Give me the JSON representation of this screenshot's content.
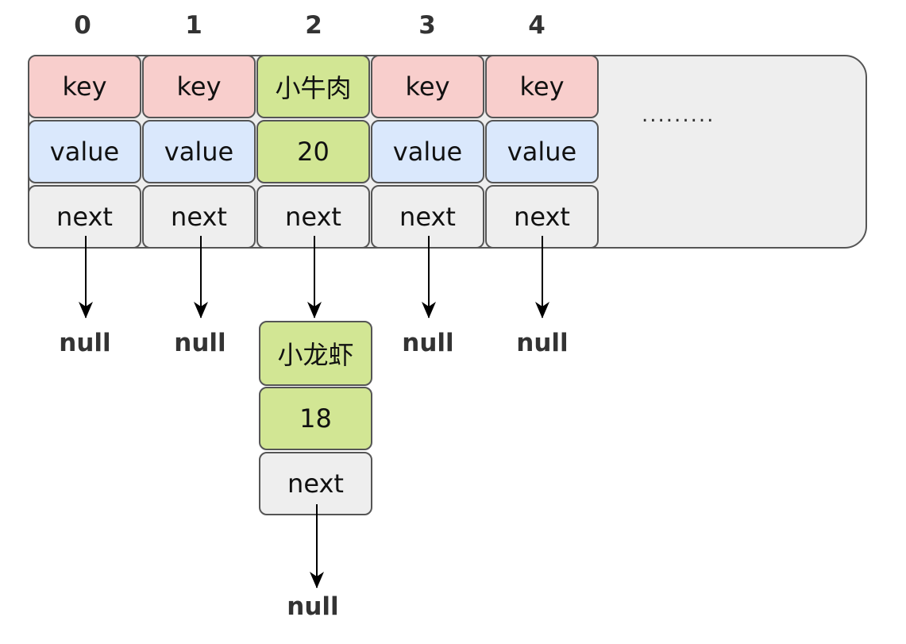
{
  "indices": [
    "0",
    "1",
    "2",
    "3",
    "4"
  ],
  "table": {
    "slots": [
      {
        "key": "key",
        "value": "value",
        "next": "next"
      },
      {
        "key": "key",
        "value": "value",
        "next": "next"
      },
      {
        "key": "小牛肉",
        "value": "20",
        "next": "next"
      },
      {
        "key": "key",
        "value": "value",
        "next": "next"
      },
      {
        "key": "key",
        "value": "value",
        "next": "next"
      }
    ],
    "ellipsis": "........."
  },
  "chained_node": {
    "key": "小龙虾",
    "value": "18",
    "next": "next"
  },
  "null_labels": {
    "slot0": "null",
    "slot1": "null",
    "slot3": "null",
    "slot4": "null",
    "chain_end": "null"
  },
  "colors": {
    "key_fill": "#f8cecc",
    "value_fill": "#dae8fc",
    "next_fill": "#eeeeee",
    "highlight_fill": "#d2e694",
    "container_fill": "#eeeeee",
    "border": "#555555"
  }
}
